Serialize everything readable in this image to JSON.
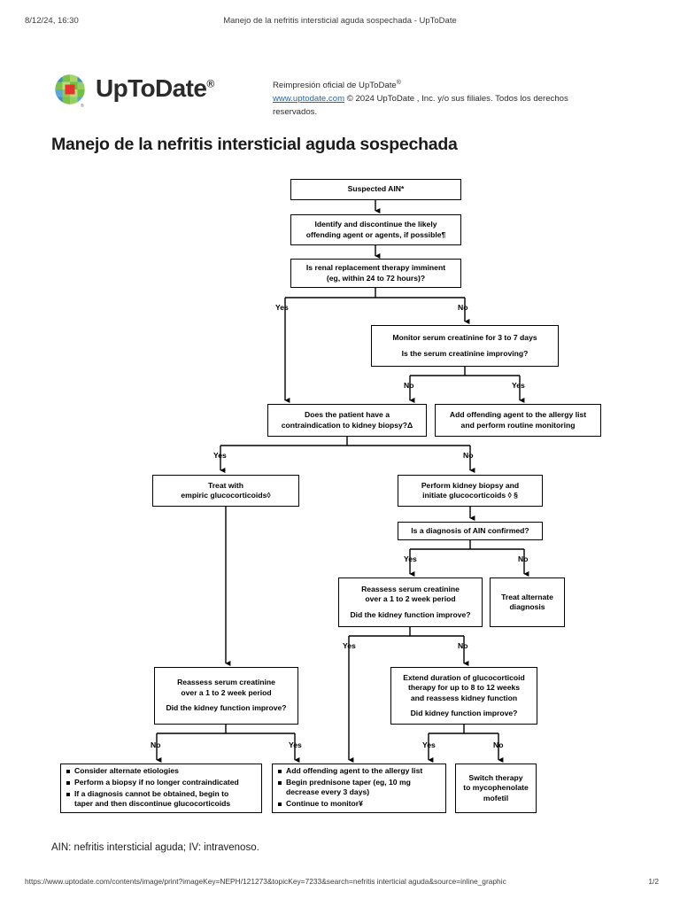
{
  "print_header": {
    "date": "8/12/24, 16:30",
    "title": "Manejo de la nefritis intersticial aguda sospechada - UpToDate"
  },
  "brand": {
    "logo_icon": "uptodate-logo-icon",
    "wordmark": "UpToDate",
    "registered_mark": "®",
    "reprint_line": "Reimpresión oficial de UpToDate",
    "reprint_mark": "®",
    "site_link": "www.uptodate.com",
    "copyright": "© 2024 UpToDate , Inc. y/o sus filiales. Todos los derechos reservados.",
    "link_color": "#1b67b3"
  },
  "document": {
    "title": "Manejo de la nefritis intersticial aguda sospechada",
    "legend": "AIN: nefritis intersticial aguda; IV: intravenoso."
  },
  "chart_data": {
    "type": "diagram",
    "title": "Manejo de la nefritis intersticial aguda sospechada",
    "nodes": [
      {
        "id": "n1",
        "lines": [
          "Suspected AIN*"
        ]
      },
      {
        "id": "n2",
        "lines": [
          "Identify and discontinue the likely",
          "offending agent or agents, if possible¶"
        ]
      },
      {
        "id": "n3",
        "lines": [
          "Is renal replacement therapy imminent",
          "(eg, within 24 to 72 hours)?"
        ]
      },
      {
        "id": "n4",
        "lines": [
          "Monitor serum creatinine for 3 to 7 days",
          "",
          "Is the serum creatinine improving?"
        ]
      },
      {
        "id": "n5",
        "lines": [
          "Does the patient have a",
          "contraindication to kidney biopsy?Δ"
        ]
      },
      {
        "id": "n6",
        "lines": [
          "Add offending agent to the allergy list",
          "and perform routine monitoring"
        ]
      },
      {
        "id": "n7",
        "lines": [
          "Treat with",
          "empiric glucocorticoids◊"
        ]
      },
      {
        "id": "n8",
        "lines": [
          "Perform kidney biopsy and",
          "initiate glucocorticoids ◊ §"
        ]
      },
      {
        "id": "n9",
        "lines": [
          "Is a diagnosis of AIN confirmed?"
        ]
      },
      {
        "id": "n10",
        "lines": [
          "Reassess serum creatinine",
          "over a 1 to 2 week period",
          "",
          "Did the kidney function improve?"
        ]
      },
      {
        "id": "n11",
        "lines": [
          "Treat alternate",
          "diagnosis"
        ]
      },
      {
        "id": "n12",
        "lines": [
          "Reassess serum creatinine",
          "over a 1 to 2 week period",
          "",
          "Did the kidney function improve?"
        ]
      },
      {
        "id": "n13",
        "lines": [
          "Extend duration of glucocorticoid",
          "therapy for up to 8 to 12 weeks",
          "and reassess kidney function",
          "",
          "Did kidney function improve?"
        ]
      },
      {
        "id": "n14",
        "bullets": [
          "Consider alternate etiologies",
          "Perform a biopsy if no longer contraindicated",
          "If a diagnosis cannot be obtained, begin to|taper and then discontinue glucocorticoids"
        ]
      },
      {
        "id": "n15",
        "bullets": [
          "Add offending agent to the allergy list",
          "Begin prednisone taper (eg, 10 mg|decrease every 3 days)",
          "Continue to monitor¥"
        ]
      },
      {
        "id": "n16",
        "lines": [
          "Switch therapy",
          "to mycophenolate",
          "mofetil"
        ]
      }
    ],
    "branch_labels": [
      {
        "id": "b1",
        "text": "Yes"
      },
      {
        "id": "b2",
        "text": "No"
      },
      {
        "id": "b3",
        "text": "No"
      },
      {
        "id": "b4",
        "text": "Yes"
      },
      {
        "id": "b5",
        "text": "Yes"
      },
      {
        "id": "b6",
        "text": "No"
      },
      {
        "id": "b7",
        "text": "Yes"
      },
      {
        "id": "b8",
        "text": "No"
      },
      {
        "id": "b9",
        "text": "Yes"
      },
      {
        "id": "b10",
        "text": "No"
      },
      {
        "id": "b11",
        "text": "No"
      },
      {
        "id": "b12",
        "text": "Yes"
      },
      {
        "id": "b13",
        "text": "Yes"
      },
      {
        "id": "b14",
        "text": "No"
      }
    ]
  },
  "page_footer": {
    "url": "https://www.uptodate.com/contents/image/print?imageKey=NEPH/121273&topicKey=7233&search=nefritis interticial aguda&source=inline_graphic",
    "page": "1/2"
  }
}
